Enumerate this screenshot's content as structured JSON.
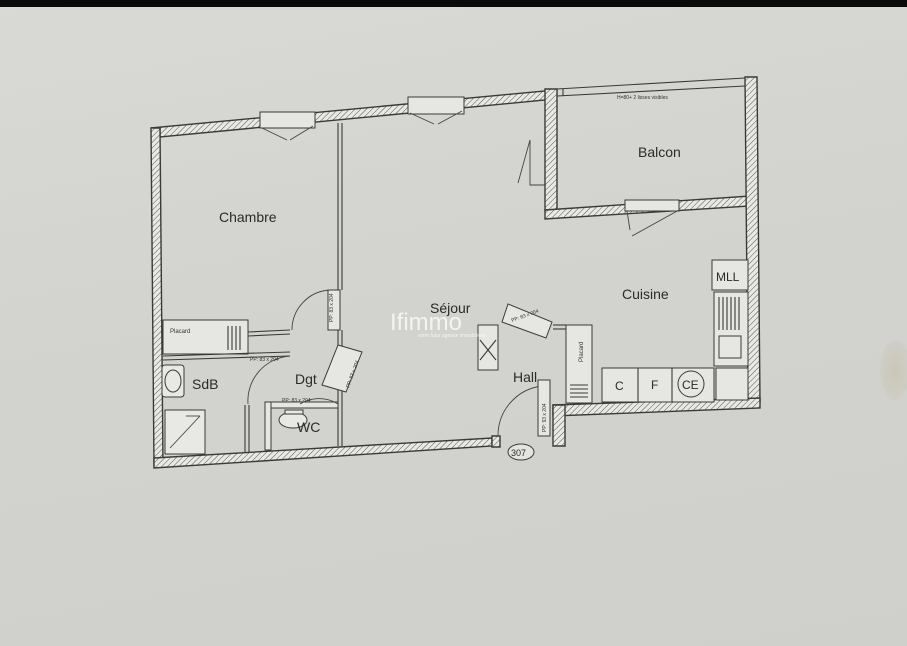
{
  "rooms": {
    "chambre": "Chambre",
    "sejour": "Séjour",
    "cuisine": "Cuisine",
    "balcon": "Balcon",
    "sdb": "SdB",
    "dgt": "Dgt",
    "wc": "WC",
    "hall": "Hall"
  },
  "fixtures": {
    "mll": "MLL",
    "c": "C",
    "f": "F",
    "ce": "CE",
    "placard_1": "Placard",
    "placard_2": "Placard"
  },
  "door_notes": {
    "chambre_door": "PP: 83 x 204",
    "sdb_door": "PP: 83 x 204",
    "sejour_door": "PP: 83 x 204",
    "wc_door": "PP: 83 x 204",
    "hall_door": "PP: 83 x 204",
    "entry_door": "PP: 93 x 204"
  },
  "balcon_note": "H=80+ 2 lisses visibles",
  "unit_number": "307",
  "watermark": {
    "brand": "Ifimmo",
    "tagline": "votre futur agence immobilière"
  },
  "colors": {
    "paper": "#d6d6d2",
    "wall_line": "#3a3a3a",
    "text": "#2a2a2a"
  }
}
